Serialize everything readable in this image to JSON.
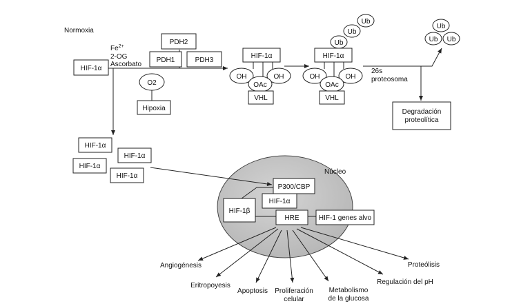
{
  "labels": {
    "normoxia": "Normoxia",
    "fe2": "Fe",
    "fe2_sup": "2+",
    "og2": "2-OG",
    "ascorbato": "Ascorbato",
    "hif1a": "HIF-1α",
    "pdh1": "PDH1",
    "pdh2": "PDH2",
    "pdh3": "PDH3",
    "o2": "O2",
    "hipoxia": "Hipoxia",
    "oh": "OH",
    "oac": "OAc",
    "vhl": "VHL",
    "ub": "Ub",
    "s26_line1": "26s",
    "s26_line2": "proteosoma",
    "degradacion_line1": "Degradación",
    "degradacion_line2": "proteolítica",
    "nucleo": "Núcleo",
    "p300": "P300/CBP",
    "hif1b": "HIF-1β",
    "hre": "HRE",
    "genes": "HIF-1 genes alvo"
  },
  "outcomes": [
    {
      "line1": "Angiogénesis",
      "line2": ""
    },
    {
      "line1": "Eritropoyesis",
      "line2": ""
    },
    {
      "line1": "Apoptosis",
      "line2": ""
    },
    {
      "line1": "Proliferación",
      "line2": "celular"
    },
    {
      "line1": "Metabolismo",
      "line2": "de la glucosa"
    },
    {
      "line1": "Regulación del pH",
      "line2": ""
    },
    {
      "line1": "Proteólisis",
      "line2": ""
    }
  ],
  "colors": {
    "nucleus_fill": "#c9c9c9",
    "line": "#222222"
  }
}
